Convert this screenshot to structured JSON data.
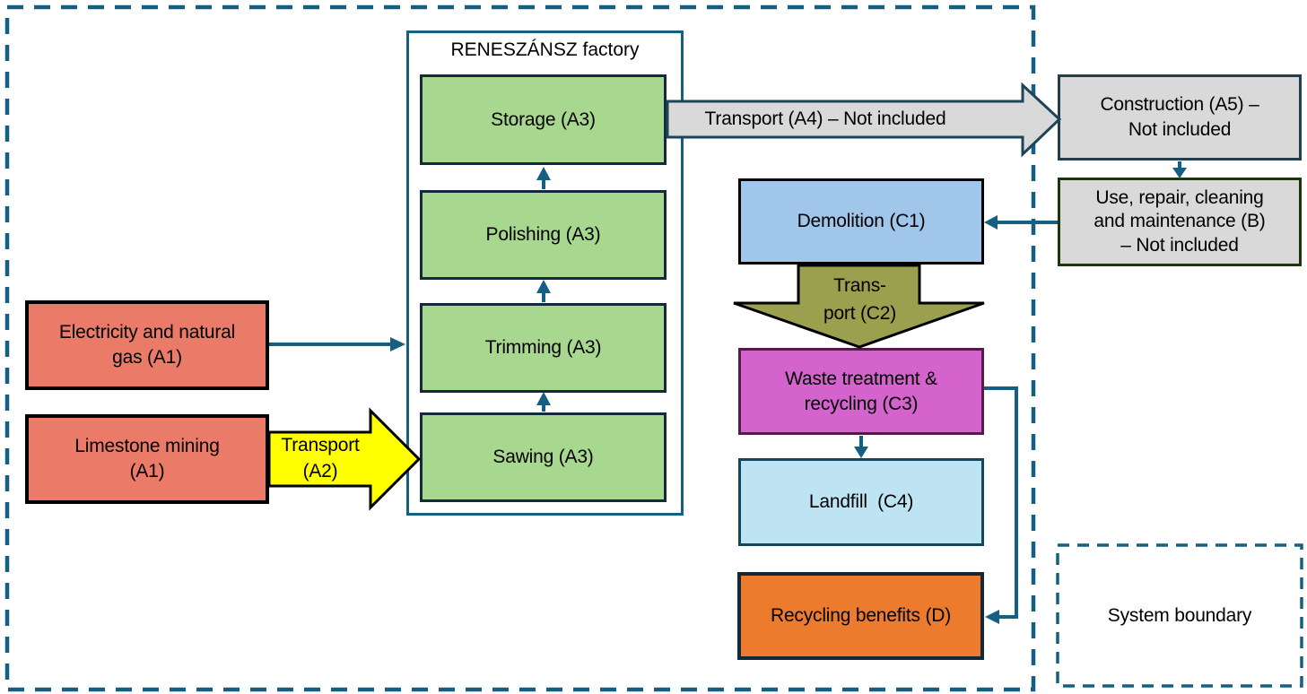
{
  "diagram": {
    "boundary": {
      "label": "System boundary"
    },
    "factory": {
      "title": "RENESZÁNSZ factory"
    },
    "boxes": {
      "electricity": {
        "lines": [
          "Electricity and natural",
          "gas (A1)"
        ]
      },
      "limestone": {
        "lines": [
          "Limestone mining",
          "(A1)"
        ]
      },
      "storage": {
        "label": "Storage (A3)"
      },
      "polishing": {
        "label": "Polishing (A3)"
      },
      "trimming": {
        "label": "Trimming (A3)"
      },
      "sawing": {
        "label": "Sawing (A3)"
      },
      "construction": {
        "lines": [
          "Construction (A5) –",
          "Not included"
        ]
      },
      "use": {
        "lines": [
          "Use, repair, cleaning",
          "and maintenance (B)",
          "– Not included"
        ]
      },
      "demolition": {
        "label": "Demolition (C1)"
      },
      "waste": {
        "lines": [
          "Waste treatment &",
          "recycling (C3)"
        ]
      },
      "landfill": {
        "label": "Landfill  (C4)"
      },
      "recycling": {
        "label": "Recycling benefits (D)"
      }
    },
    "arrows": {
      "transport_a2": {
        "lines": [
          "Transport",
          "(A2)"
        ]
      },
      "transport_a4": {
        "label": "Transport (A4) – Not included"
      },
      "transport_c2": {
        "lines": [
          "Trans-",
          "port (C2)"
        ]
      }
    }
  },
  "colors": {
    "teal": "#156082",
    "salmon": "#ea7b69",
    "yellow": "#ffff00",
    "green": "#a8d88f",
    "green-border": "#142a3b",
    "gray": "#d9d9d9",
    "a4-border": "#1d4457",
    "construction-border": "#203e4e",
    "use-border": "#1b350e",
    "demolition": "#a0c6ea",
    "olive": "#9ba04f",
    "magenta": "#d563ce",
    "magenta-border": "#561a49",
    "landfill": "#bee3f2",
    "landfill-border": "#15455c",
    "orange": "#ec7b2e",
    "dark-navy": "#13293a"
  }
}
